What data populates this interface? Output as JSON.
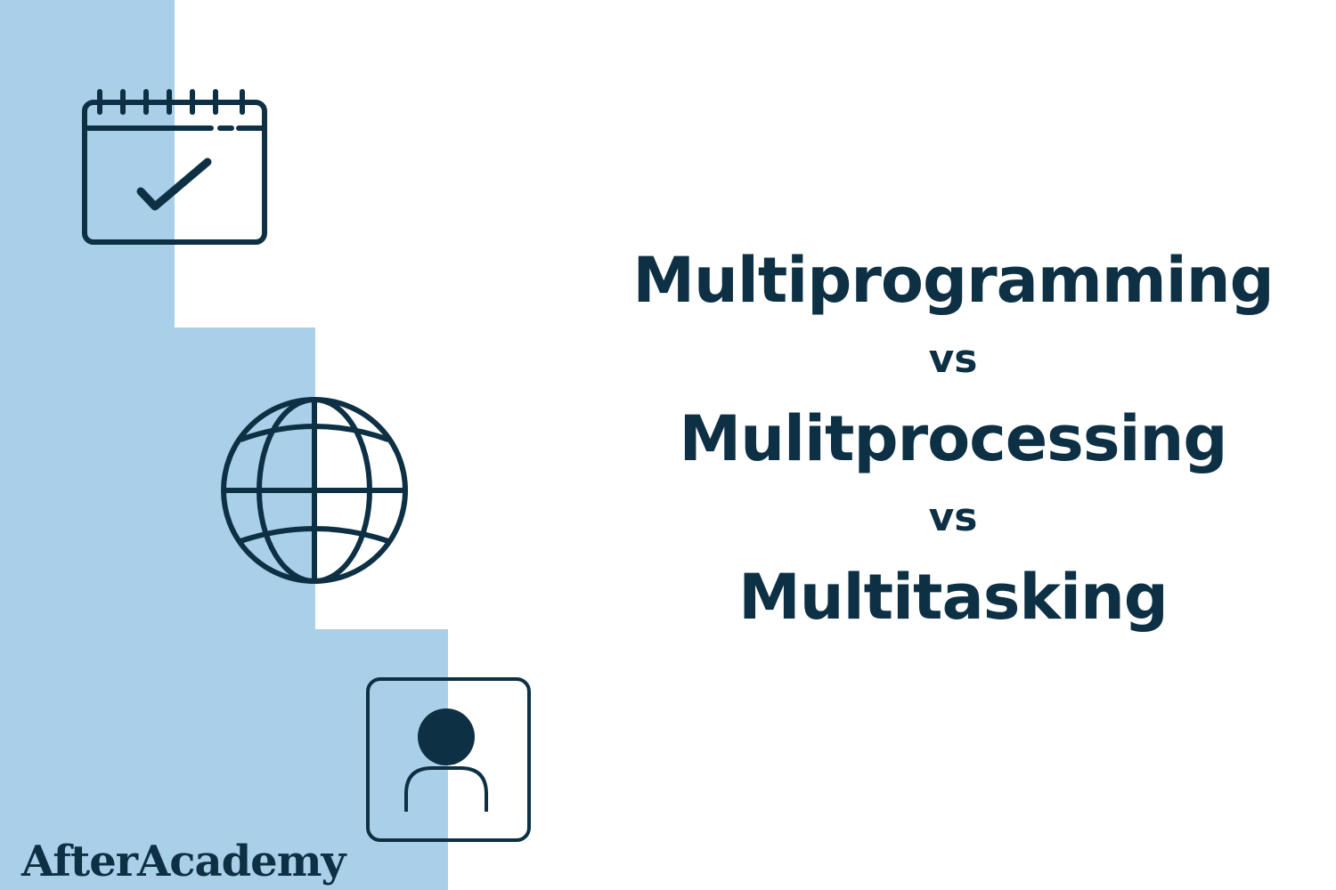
{
  "colors": {
    "background": "#ffffff",
    "accent_blue": "#aad0e9",
    "ink": "#0d3044"
  },
  "title": {
    "line1": "Multiprogramming",
    "vs1": "vs",
    "line2": "Mulitprocessing",
    "vs2": "vs",
    "line3": "Multitasking"
  },
  "logo": {
    "text": "AfterAcademy"
  },
  "icons": {
    "calendar": "calendar-check-icon",
    "globe": "globe-icon",
    "user": "user-profile-icon"
  }
}
